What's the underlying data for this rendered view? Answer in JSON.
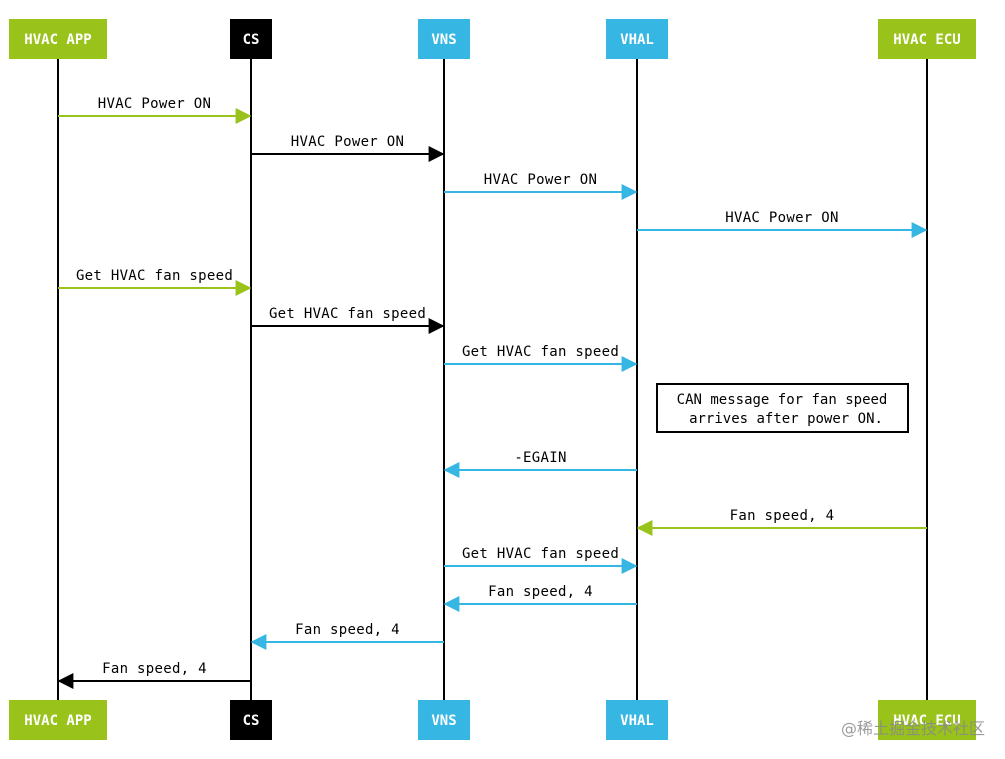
{
  "colors": {
    "green": "#99c21a",
    "blue": "#35b6e3",
    "black": "#000000",
    "watermark": "#8a8a8a"
  },
  "participants": [
    {
      "id": "app",
      "label": "HVAC APP",
      "color": "green"
    },
    {
      "id": "cs",
      "label": "CS",
      "color": "black"
    },
    {
      "id": "vns",
      "label": "VNS",
      "color": "blue"
    },
    {
      "id": "vhal",
      "label": "VHAL",
      "color": "blue"
    },
    {
      "id": "ecu",
      "label": "HVAC ECU",
      "color": "green"
    }
  ],
  "messages": [
    {
      "from": "app",
      "to": "cs",
      "label": "HVAC Power ON",
      "color": "green"
    },
    {
      "from": "cs",
      "to": "vns",
      "label": "HVAC Power ON",
      "color": "black"
    },
    {
      "from": "vns",
      "to": "vhal",
      "label": "HVAC Power ON",
      "color": "blue"
    },
    {
      "from": "vhal",
      "to": "ecu",
      "label": "HVAC Power ON",
      "color": "blue"
    },
    {
      "from": "app",
      "to": "cs",
      "label": "Get HVAC fan speed",
      "color": "green"
    },
    {
      "from": "cs",
      "to": "vns",
      "label": "Get HVAC fan speed",
      "color": "black"
    },
    {
      "from": "vns",
      "to": "vhal",
      "label": "Get HVAC fan speed",
      "color": "blue"
    },
    {
      "from": "vhal",
      "to": "vns",
      "label": "-EGAIN",
      "color": "blue"
    },
    {
      "from": "ecu",
      "to": "vhal",
      "label": "Fan speed, 4",
      "color": "green"
    },
    {
      "from": "vns",
      "to": "vhal",
      "label": "Get HVAC fan speed",
      "color": "blue"
    },
    {
      "from": "vhal",
      "to": "vns",
      "label": "Fan speed, 4",
      "color": "blue"
    },
    {
      "from": "vns",
      "to": "cs",
      "label": "Fan speed, 4",
      "color": "blue"
    },
    {
      "from": "cs",
      "to": "app",
      "label": "Fan speed, 4",
      "color": "black"
    }
  ],
  "note": {
    "lines": [
      "CAN message for fan speed",
      "arrives after power ON."
    ]
  },
  "watermark": "@稀土掘金技术社区"
}
